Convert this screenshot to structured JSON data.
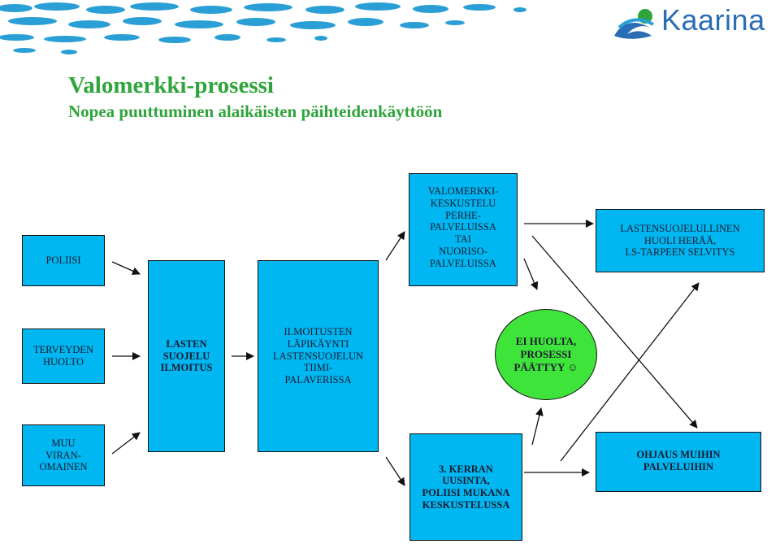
{
  "header": {
    "logo_text": "Kaarina",
    "title": "Valomerkki-prosessi",
    "subtitle": "Nopea puuttuminen alaikäisten päihteidenkäyttöön"
  },
  "colors": {
    "box_fill": "#00b7f2",
    "ellipse_fill": "#3fe43a",
    "title_green": "#2ea53a",
    "logo_blue": "#2a6db5"
  },
  "nodes": {
    "poliisi": "POLIISI",
    "terveydenhuolto": "TERVEYDEN\nHUOLTO",
    "muu_viranomainen": "MUU\nVIRAN-\nOMAINEN",
    "lastensuojeluilmoitus": "LASTEN\nSUOJELU\nILMOITUS",
    "tiimipalaveri": "ILMOITUSTEN\nLÄPIKÄYNTI\nLASTENSUOJELUN\nTIIMI-\nPALAVERISSA",
    "valomerkkikeskustelu": "VALOMERKKI-\nKESKUSTELU\nPERHE-\nPALVELUISSA\nTAI\nNUORISO-\nPALVELUISSA",
    "ls_huoli": "LASTENSUOJELULLINEN\nHUOLI HERÄÄ,\nLS-TARPEEN SELVITYS",
    "ei_huolta": "EI HUOLTA,\nPROSESSI\nPÄÄTTYY ☺",
    "kolmas_kerta": "3. KERRAN\nUUSINTA,\nPOLIISI MUKANA\nKESKUSTELUSSA",
    "ohjaus": "OHJAUS MUIHIN\nPALVELUIHIN"
  }
}
